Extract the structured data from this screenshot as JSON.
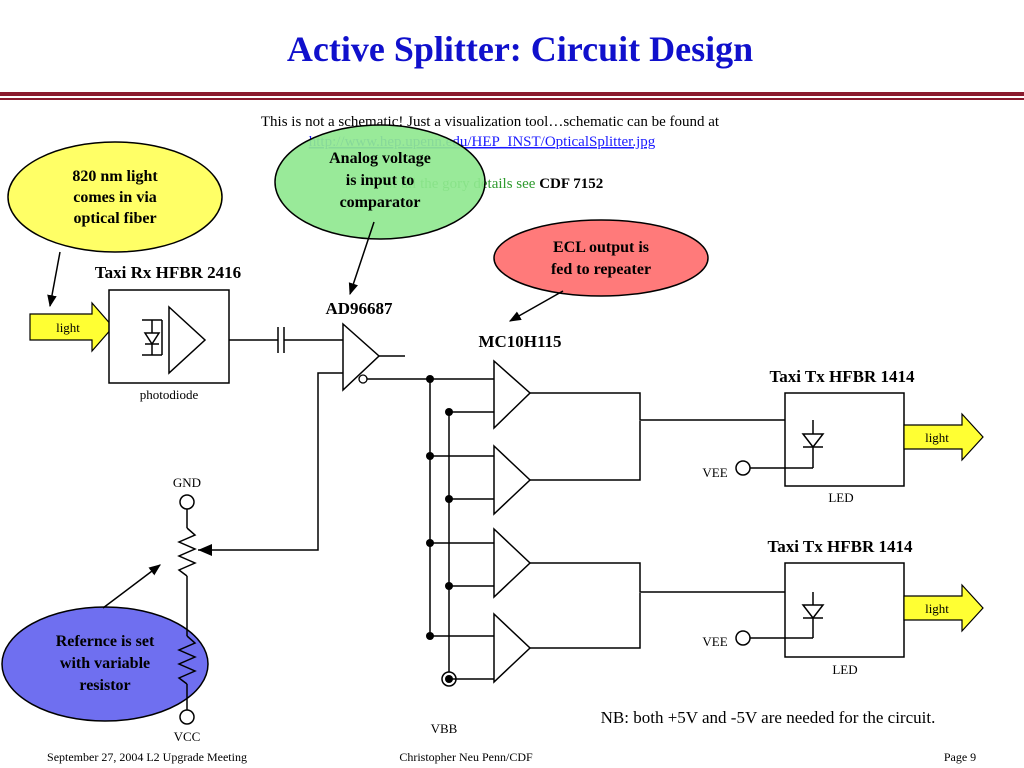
{
  "slide": {
    "title": "Active Splitter: Circuit Design",
    "note_line1": "This is not a schematic!  Just a visualization tool…schematic can be found at",
    "note_link": "http://www.hep.upenn.edu/HEP_INST/OpticalSplitter.jpg",
    "note_line3_prefix": "For all the gory details see ",
    "note_line3_bold": "CDF 7152",
    "nb": "NB: both +5V and -5V are needed for the circuit."
  },
  "bubbles": {
    "light_in": [
      "820 nm light",
      "comes in via",
      "optical fiber"
    ],
    "analog": [
      "Analog voltage",
      "is input to",
      "comparator"
    ],
    "ecl": [
      "ECL output is",
      "fed to repeater"
    ],
    "reference": [
      "Refernce is set",
      "with variable",
      "resistor"
    ]
  },
  "labels": {
    "rx": "Taxi Rx HFBR 2416",
    "photodiode": "photodiode",
    "comparator": "AD96687",
    "repeater": "MC10H115",
    "tx1": "Taxi Tx HFBR 1414",
    "tx2": "Taxi Tx HFBR 1414",
    "led1": "LED",
    "led2": "LED",
    "vee1": "VEE",
    "vee2": "VEE",
    "gnd": "GND",
    "vcc": "VCC",
    "vbb": "VBB",
    "light_in": "light",
    "light_out1": "light",
    "light_out2": "light"
  },
  "footer": {
    "date": "September 27, 2004  L2 Upgrade Meeting",
    "author": "Christopher Neu  Penn/CDF",
    "page": "Page 9"
  },
  "colors": {
    "title": "#1010cc",
    "rule": "#8b1a2e",
    "bubble_yellow": "#ffff66",
    "bubble_green": "#90e890",
    "bubble_red": "#ff7a7a",
    "bubble_blue": "#6f6ff0",
    "arrow_fill": "#ffff33",
    "link": "#1a1aff",
    "green_text": "#2e9a2e"
  }
}
